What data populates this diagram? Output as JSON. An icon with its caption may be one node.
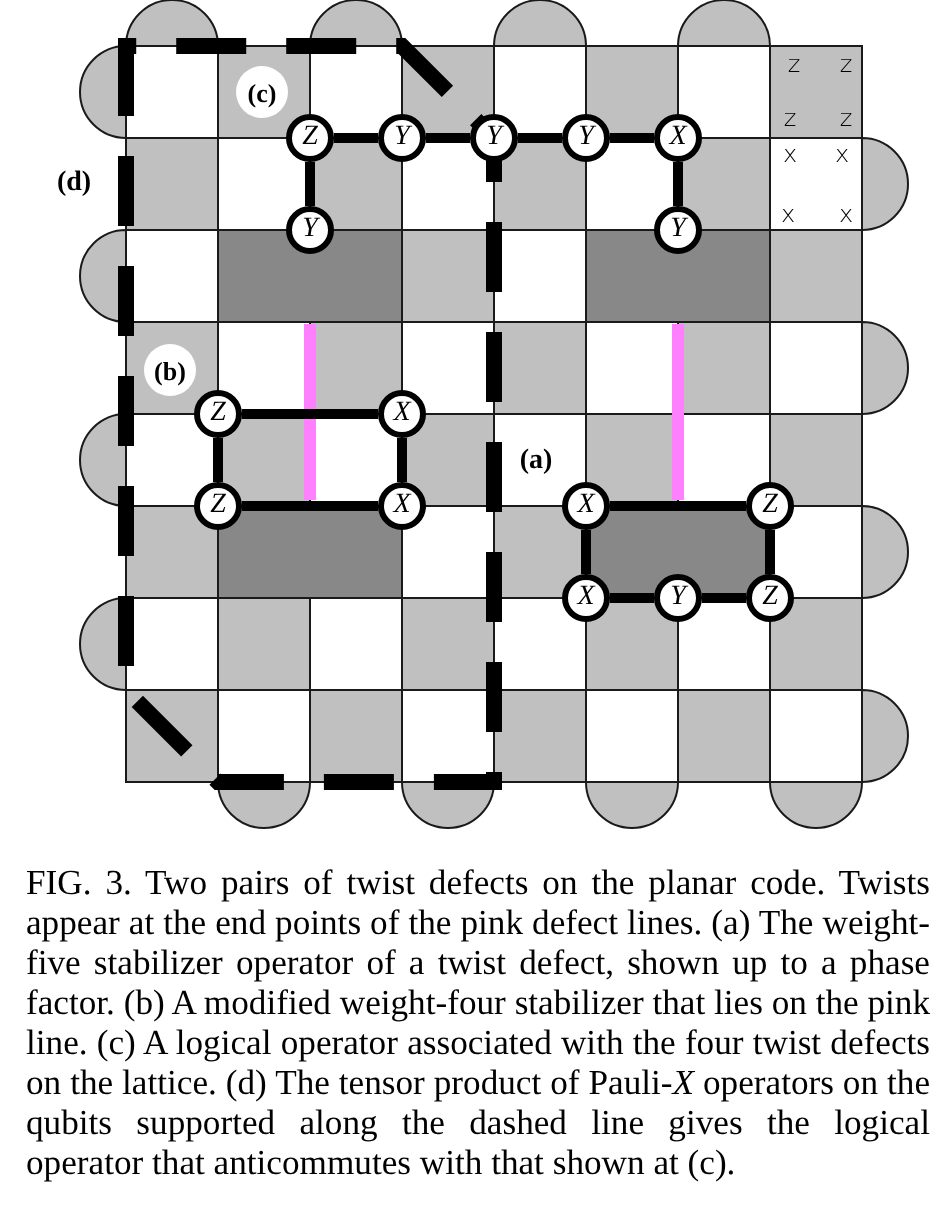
{
  "diagram": {
    "caption": "FIG. 3. Two pairs of twist defects on the planar code. Twists appear at the end points of the pink defect lines. (a) The weight-five stabilizer operator of a twist defect, shown up to a phase factor. (b) A modified weight-four stabilizer that lies on the pink line. (c) A logical operator associated with the four twist defects on the lattice. (d) The tensor product of Pauli-*X* operators on the qubits supported along the dashed line gives the logical operator that anticommutes with that shown at (c).",
    "nodes": [
      {
        "text": [
          "(c)"
        ]
      },
      {
        "text": [
          "Z"
        ]
      },
      {
        "text": [
          "Y"
        ]
      },
      {
        "text": [
          "Y"
        ]
      },
      {
        "text": [
          "Y"
        ]
      },
      {
        "text": [
          "X"
        ]
      },
      {
        "text": [
          "Y"
        ]
      },
      {
        "text": [
          "Y"
        ]
      },
      {
        "text": [
          "(b)"
        ]
      },
      {
        "text": [
          "Z"
        ]
      },
      {
        "text": [
          "X"
        ]
      },
      {
        "text": [
          "Z"
        ]
      },
      {
        "text": [
          "X"
        ]
      },
      {
        "text": [
          "X"
        ]
      },
      {
        "text": [
          "Z"
        ]
      },
      {
        "text": [
          "X"
        ]
      },
      {
        "text": [
          "Y"
        ]
      },
      {
        "text": [
          "Z"
        ]
      }
    ],
    "edges": [
      {
        "from": 1,
        "to": 2,
        "arrow": "none"
      },
      {
        "from": 2,
        "to": 3,
        "arrow": "none"
      },
      {
        "from": 3,
        "to": 4,
        "arrow": "none"
      },
      {
        "from": 4,
        "to": 5,
        "arrow": "none"
      },
      {
        "from": 1,
        "to": 6,
        "arrow": "none"
      },
      {
        "from": 5,
        "to": 7,
        "arrow": "none"
      },
      {
        "from": 9,
        "to": 10,
        "arrow": "none"
      },
      {
        "from": 9,
        "to": 11,
        "arrow": "none"
      },
      {
        "from": 10,
        "to": 12,
        "arrow": "none"
      },
      {
        "from": 11,
        "to": 12,
        "arrow": "none"
      },
      {
        "from": 13,
        "to": 14,
        "arrow": "none"
      },
      {
        "from": 13,
        "to": 15,
        "arrow": "none"
      },
      {
        "from": 14,
        "to": 17,
        "arrow": "none"
      },
      {
        "from": 15,
        "to": 16,
        "arrow": "none"
      },
      {
        "from": 16,
        "to": 17,
        "arrow": "none"
      }
    ],
    "labels": [
      "z",
      "z",
      "z",
      "z",
      "x",
      "x",
      "x",
      "x",
      "(d)",
      "(a)"
    ]
  }
}
